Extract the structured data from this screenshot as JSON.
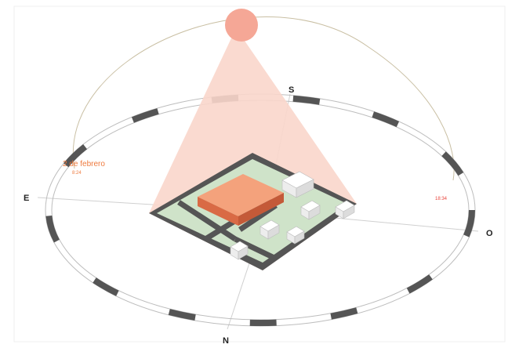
{
  "compass": {
    "south": "S",
    "east": "E",
    "west": "O",
    "north": "N"
  },
  "sun_path": {
    "date": "2 de febrero",
    "sunrise_time": "8:24",
    "sunset_time": "18:34"
  },
  "colors": {
    "sun": "#f5a796",
    "cone": "#f9d6cb",
    "arc": "#c9bfa3",
    "ring_dash": "#5a5a5a",
    "block": "#e07a52",
    "ground": "#cfe3c9",
    "road": "#555555",
    "label_accent": "#ee7a3e",
    "sunset_label": "#e8453c"
  }
}
